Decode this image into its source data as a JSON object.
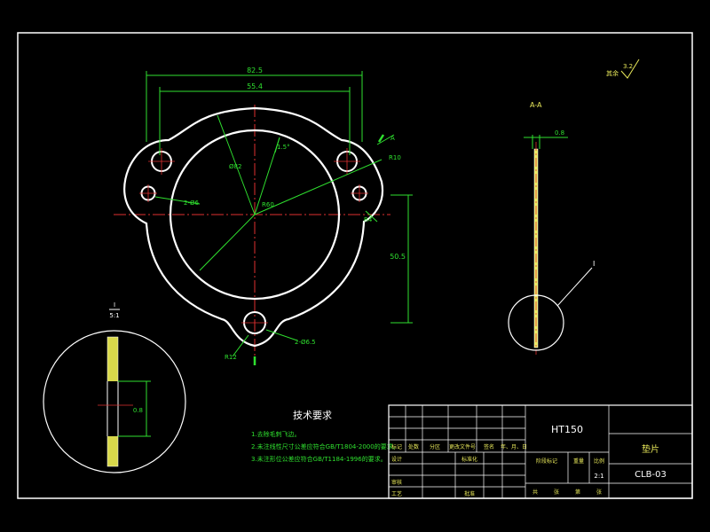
{
  "drawing": {
    "dims": {
      "overall_width": "82.5",
      "hole_span": "55.4",
      "slot_angle": "1.5°",
      "bore_dia": "Ø82",
      "hole_circle": "R60",
      "small_holes": "2-Ø6",
      "upper_radius": "R10",
      "right_radius": "R4",
      "vertical": "50.5",
      "bottom_holes": "2-Ø6.5",
      "bottom_radius": "R12",
      "thickness": "0.8"
    },
    "roughness": {
      "label": "其余",
      "value": "3.2"
    },
    "section_label": "A-A",
    "section_arrow": "A",
    "detail_ref": "I",
    "detail": {
      "label": "I",
      "scale": "5:1",
      "dim": "0.8"
    }
  },
  "tech_req": {
    "title": "技术要求",
    "items": [
      "1.去除毛刺飞边。",
      "2.未注线性尺寸公差应符合GB/T1804-2000的要求。",
      "3.未注形位公差应符合GB/T1184-1996的要求。"
    ]
  },
  "title_block": {
    "material": "HT150",
    "part_name": "垫片",
    "drawing_no": "CLB-03",
    "rev_headers": [
      "标记",
      "处数",
      "分区",
      "更改文件号",
      "签名",
      "年、月、日"
    ],
    "sign_labels": [
      "设计",
      "标准化"
    ],
    "approval_labels": [
      "审核",
      "工艺",
      "批准"
    ],
    "stage_label": "阶段标记",
    "weight_label": "重量",
    "scale_label": "比例",
    "scale_value": "2:1",
    "sheet_label": [
      "共",
      "张",
      "第",
      "张"
    ]
  }
}
